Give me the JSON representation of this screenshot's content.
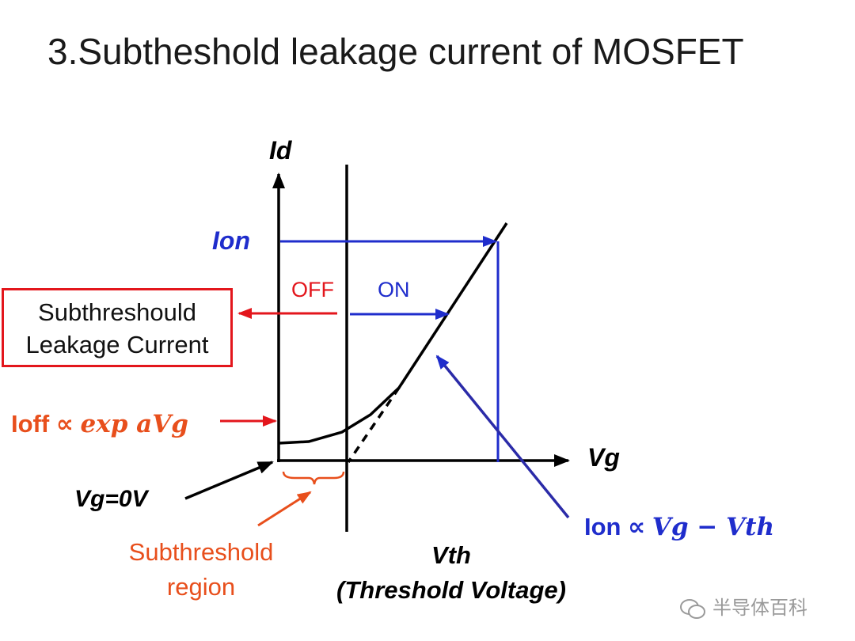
{
  "title": "3.Subtheshold leakage current of MOSFET",
  "axes": {
    "y_label": "Id",
    "x_label": "Vg"
  },
  "labels": {
    "ion": "Ion",
    "off": "OFF",
    "on": "ON",
    "vg0": "Vg=0V"
  },
  "leakage_box": {
    "line1": "Subthreshould",
    "line2": "Leakage Current"
  },
  "ioff_eq": {
    "prefix": "Ioff",
    "op": " ∝ ",
    "expr": "exp aVg"
  },
  "ion_eq": {
    "prefix": "Ion",
    "op": " ∝ ",
    "expr": "Vg  − Vth"
  },
  "subthreshold_region": {
    "line1": "Subthreshold",
    "line2": "region"
  },
  "vth_label": {
    "line1": "Vth",
    "line2": "(Threshold Voltage)"
  },
  "watermark": "半导体百科",
  "colors": {
    "red": "#e3161c",
    "orange": "#e84f1c",
    "blue": "#1f2dcc",
    "black": "#000000"
  }
}
